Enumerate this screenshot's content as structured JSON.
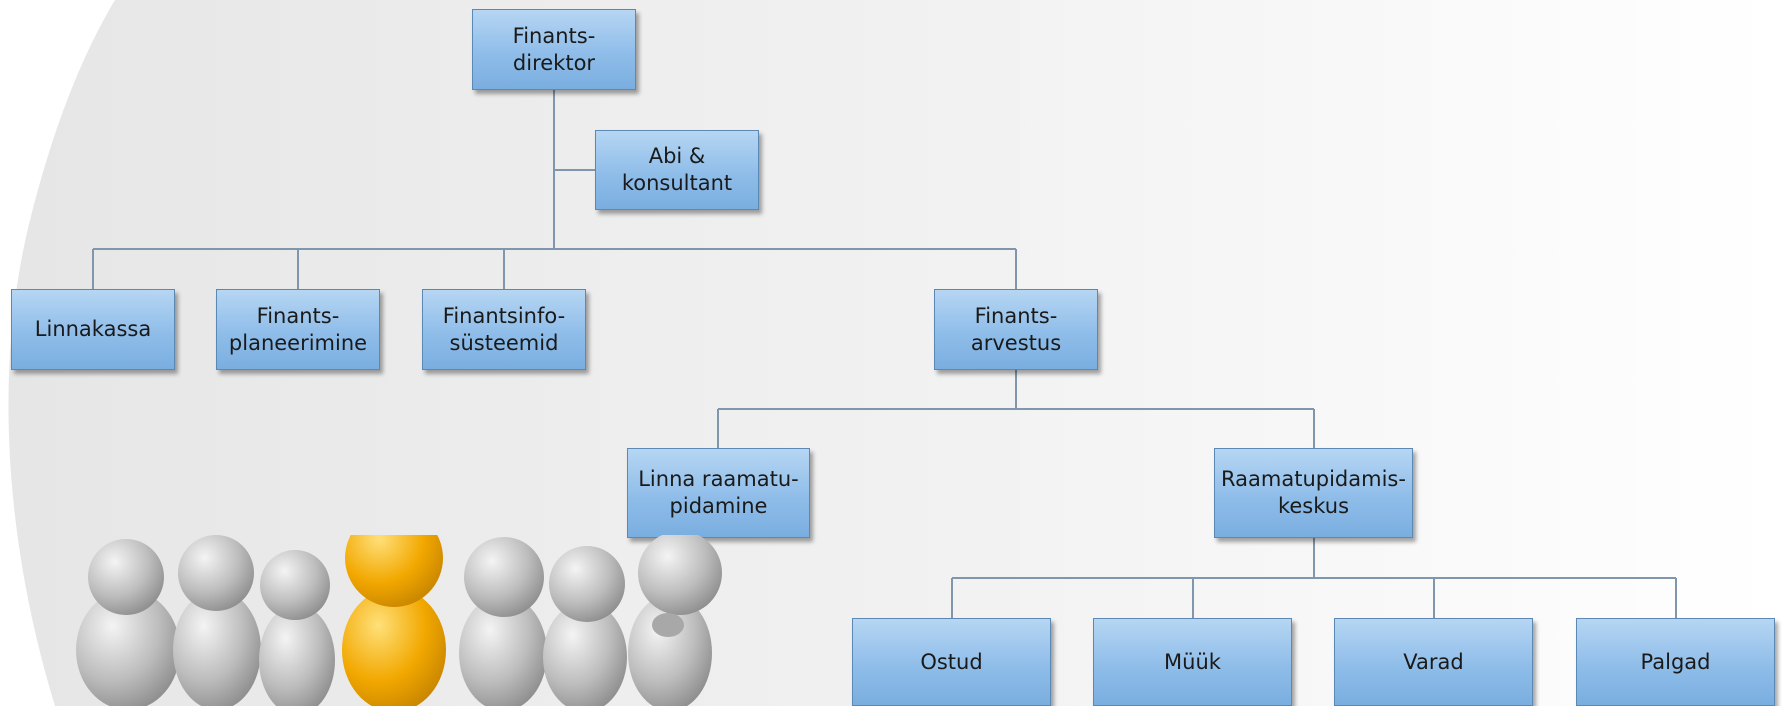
{
  "nodes": {
    "director": "Finants-\ndirektor",
    "assistant": "Abi &\nkonsultant",
    "linnakassa": "Linnakassa",
    "planning": "Finants-\nplaneerimine",
    "infosystems": "Finantsinfo-\nsüsteemid",
    "accounting": "Finants-\narvestus",
    "city_accounting": "Linna raamatu-\npidamine",
    "accounting_center": "Raamatupidamis-\nkeskus",
    "purchases": "Ostud",
    "sales": "Müük",
    "assets": "Varad",
    "salaries": "Palgad"
  },
  "colors": {
    "node_fill": "#8fbde9",
    "node_border": "#5c88b4",
    "connector": "#7f96ad",
    "figure_gray": "#bdbdbd",
    "figure_accent": "#f2a800"
  },
  "illustration": {
    "figures": [
      "gray",
      "gray",
      "gray",
      "orange",
      "gray",
      "gray",
      "gray"
    ]
  }
}
